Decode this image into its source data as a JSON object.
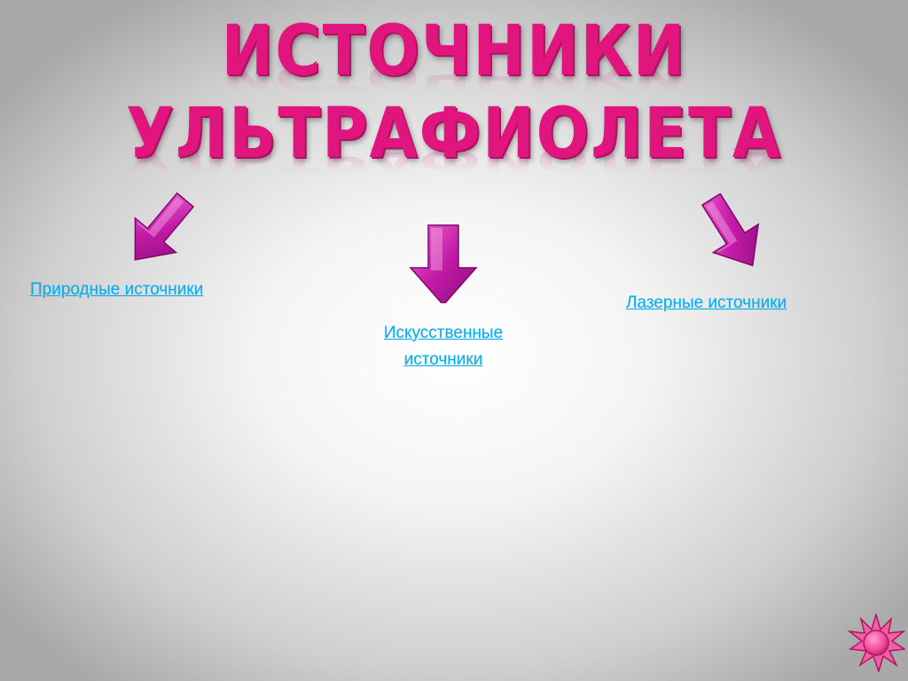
{
  "slide": {
    "title_line1": "Источники",
    "title_line2": "ультрафиолета",
    "accent_color": "#e0157e",
    "link_color": "#00b0f0"
  },
  "links": {
    "natural": "Природные источники",
    "artificial": "Искусственные источники",
    "laser": "Лазерные источники"
  },
  "icons": {
    "arrows": "arrow-down-icon",
    "nav_button": "sun-icon"
  }
}
